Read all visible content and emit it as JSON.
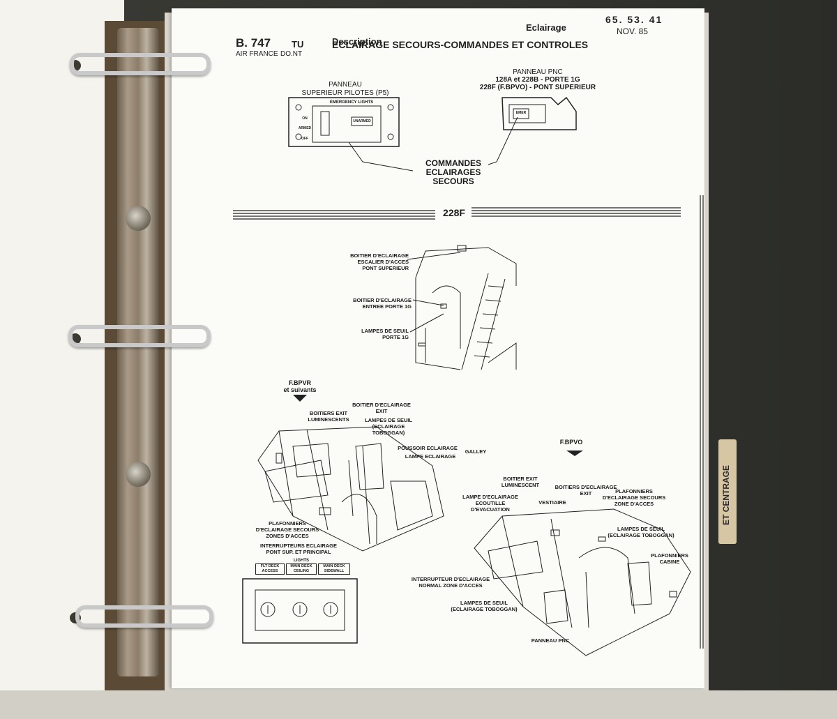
{
  "header": {
    "aircraft": "B. 747",
    "code": "TU",
    "airline": "AIR FRANCE",
    "dept": "DO.NT",
    "section": "Description",
    "chapter": "Eclairage",
    "ref": "65. 53. 41",
    "date": "NOV. 85",
    "title": "ECLAIRAGE SECOURS-COMMANDES ET CONTROLES"
  },
  "top_panel": {
    "panneau_line1": "PANNEAU",
    "panneau_line2": "SUPERIEUR PILOTES (P5)",
    "panel_caption": "EMERGENCY LIGHTS",
    "switch_on": "ON",
    "switch_armed": "ARMED",
    "switch_off": "OFF",
    "unarmed": "UNARMED",
    "pnc_line1": "PANNEAU PNC",
    "pnc_line2": "128A et 228B - PORTE 1G",
    "pnc_line3": "228F (F.BPVO) - PONT SUPERIEUR",
    "pnc_switch": "EMER",
    "commands_line1": "COMMANDES",
    "commands_line2": "ECLAIRAGES SECOURS"
  },
  "section_228f": {
    "banner": "228F",
    "boitier_escalier_1": "BOITIER D'ECLAIRAGE",
    "boitier_escalier_2": "ESCALIER D'ACCES",
    "boitier_escalier_3": "PONT SUPERIEUR",
    "boitier_porte_1": "BOITIER D'ECLAIRAGE",
    "boitier_porte_2": "ENTREE PORTE 1G",
    "lampes_seuil_1": "LAMPES DE SEUIL",
    "lampes_seuil_2": "PORTE 1G"
  },
  "fbpvr": {
    "tag1": "F.BPVR",
    "tag2": "et suivants",
    "boitiers_exit_1": "BOITIERS EXIT",
    "boitiers_exit_2": "LUMINESCENTS",
    "boitier_exit_1": "BOITIER D'ECLAIRAGE",
    "boitier_exit_2": "EXIT",
    "lampes_seuil_1": "LAMPES DE SEUIL",
    "lampes_seuil_2": "(ECLAIRAGE TOBOGGAN)",
    "poussoir": "POUSSOIR ECLAIRAGE",
    "lampe": "LAMPE ECLAIRAGE",
    "galley": "GALLEY",
    "plafonniers_1": "PLAFONNIERS",
    "plafonniers_2": "D'ECLAIRAGE SECOURS",
    "plafonniers_3": "ZONES D'ACCES",
    "interrupteurs_1": "INTERRUPTEURS ECLAIRAGE",
    "interrupteurs_2": "PONT SUP. ET PRINCIPAL",
    "lights": "LIGHTS",
    "flt_deck_1": "FLT DECK",
    "flt_deck_2": "ACCESS",
    "main_ceiling_1": "MAIN DECK",
    "main_ceiling_2": "CEILING",
    "main_side_1": "MAIN DECK",
    "main_side_2": "SIDEWALL"
  },
  "fbpvo": {
    "tag": "F.BPVO",
    "boitier_exit_1": "BOITIER EXIT",
    "boitier_exit_2": "LUMINESCENT",
    "boitiers_ecl_1": "BOITIERS D'ECLAIRAGE",
    "boitiers_ecl_2": "EXIT",
    "lampe_ecoutille_1": "LAMPE D'ECLAIRAGE",
    "lampe_ecoutille_2": "ECOUTILLE",
    "lampe_ecoutille_3": "D'EVACUATION",
    "vestiaire": "VESTIAIRE",
    "plafonniers_1": "PLAFONNIERS",
    "plafonniers_2": "D'ECLAIRAGE SECOURS",
    "plafonniers_3": "ZONE D'ACCES",
    "lampes_seuil_1": "LAMPES DE SEUIL",
    "lampes_seuil_2": "(ECLAIRAGE TOBOGGAN)",
    "plafonniers_cabine_1": "PLAFONNIERS",
    "plafonniers_cabine_2": "CABINE",
    "interrupteur_1": "INTERRUPTEUR D'ECLAIRAGE",
    "interrupteur_2": "NORMAL ZONE D'ACCES",
    "lampes_seuil_b1": "LAMPES DE SEUIL",
    "lampes_seuil_b2": "(ECLAIRAGE TOBOGGAN)",
    "panneau_pnc": "PANNEAU PNC"
  },
  "tab_label": "ET CENTRAGE"
}
